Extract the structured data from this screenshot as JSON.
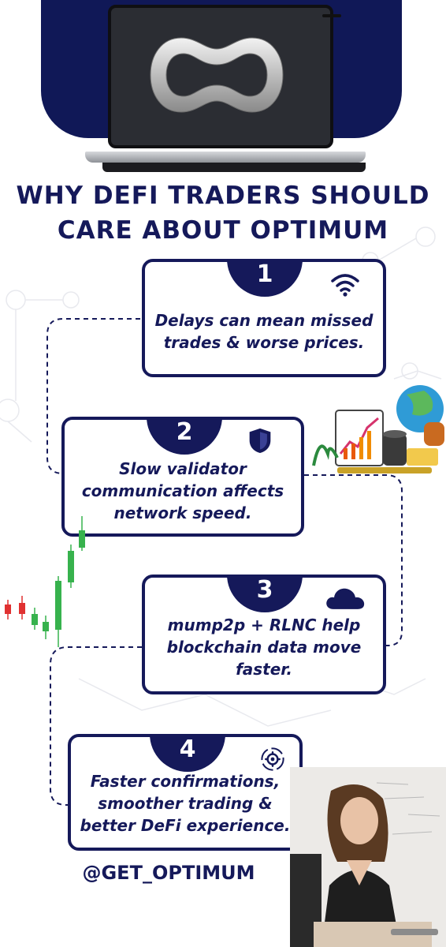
{
  "title_lines": [
    "WHY DEFI TRADERS SHOULD",
    "CARE ABOUT OPTIMUM"
  ],
  "steps": [
    {
      "number": "1",
      "lines": [
        "Delays can mean missed",
        "trades & worse prices."
      ],
      "icon": "wifi-icon"
    },
    {
      "number": "2",
      "lines": [
        "Slow validator",
        "communication affects",
        "network speed."
      ],
      "icon": "shield-icon"
    },
    {
      "number": "3",
      "lines": [
        "mump2p + RLNC help",
        "blockchain data move",
        "faster."
      ],
      "icon": "cloud-icon"
    },
    {
      "number": "4",
      "lines": [
        "Faster confirmations,",
        "smoother trading &",
        "better DeFi experience."
      ],
      "icon": "gear-sync-icon"
    }
  ],
  "handle": "@GET_OPTIMUM",
  "colors": {
    "navy": "#15195a",
    "band": "#101857",
    "candle_green": "#37b24d",
    "candle_red": "#e03131"
  },
  "images": [
    "laptop-logo",
    "trading-illustration",
    "candlestick-chart",
    "person-photo"
  ]
}
